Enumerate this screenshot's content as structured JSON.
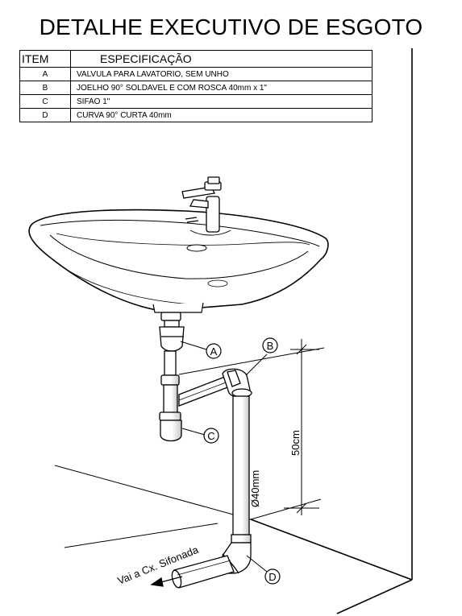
{
  "title": "DETALHE EXECUTIVO DE ESGOTO",
  "table": {
    "headers": {
      "item": "ITEM",
      "spec": "ESPECIFICAÇÃO"
    },
    "rows": [
      {
        "item": "A",
        "spec": "VALVULA PARA LAVATORIO, SEM UNHO"
      },
      {
        "item": "B",
        "spec": "JOELHO 90° SOLDAVEL E COM ROSCA 40mm x 1\""
      },
      {
        "item": "C",
        "spec": "SIFAO 1\""
      },
      {
        "item": "D",
        "spec": "CURVA 90° CURTA 40mm"
      }
    ]
  },
  "callouts": {
    "a": "A",
    "b": "B",
    "c": "C",
    "d": "D"
  },
  "dimensions": {
    "height": "50cm",
    "diameter": "Ø40mm"
  },
  "flow_label": "Vai a Cx. Sifonada"
}
